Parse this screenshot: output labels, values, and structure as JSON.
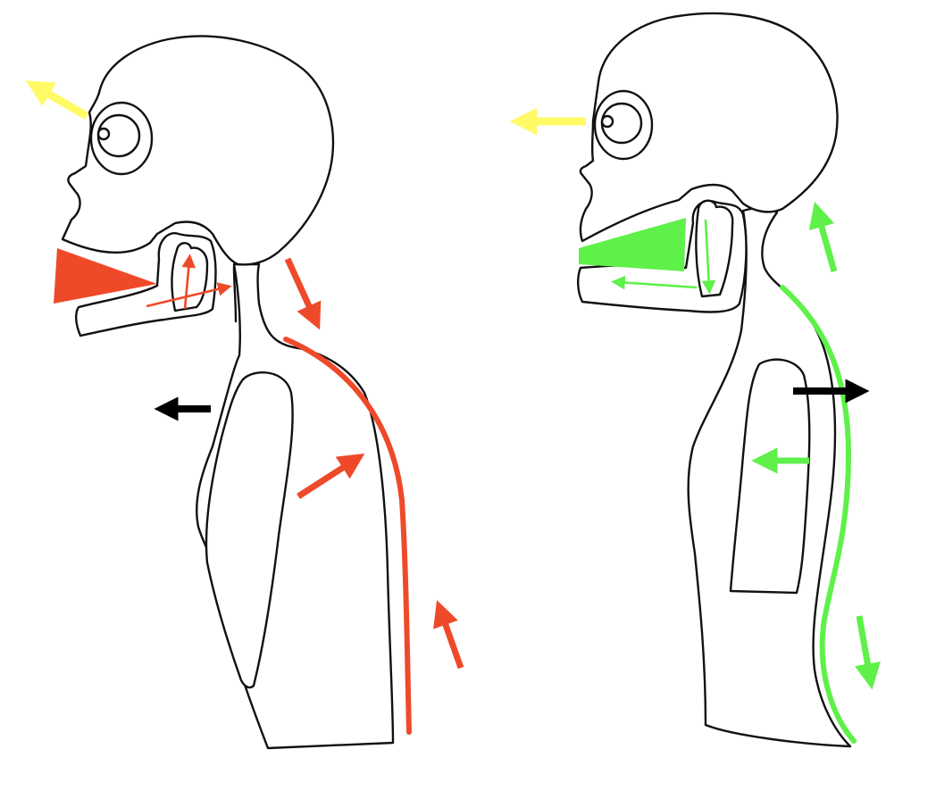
{
  "colors": {
    "background": "#ffffff",
    "outline": "#111111",
    "eye_direction": "#fffa66",
    "bad_posture": "#ee4a2a",
    "good_posture": "#5ff04a",
    "body_shift": "#000000"
  },
  "figures": [
    {
      "name": "forward-head-posture",
      "accent": "bad_posture"
    },
    {
      "name": "aligned-posture",
      "accent": "good_posture"
    }
  ],
  "icons": [
    "arrow-icon",
    "muscle-wedge-icon",
    "spine-line-icon",
    "eye-icon"
  ]
}
